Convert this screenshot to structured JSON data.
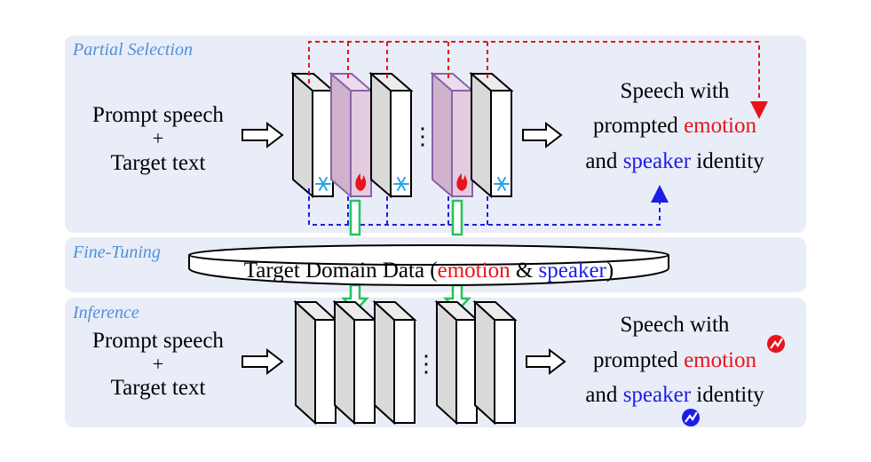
{
  "sections": {
    "partial_selection": "Partial Selection",
    "fine_tuning": "Fine-Tuning",
    "inference": "Inference"
  },
  "input": {
    "line1": "Prompt speech",
    "plus": "+",
    "line2": "Target text"
  },
  "output": {
    "line1": "Speech with",
    "line2_a": "prompted ",
    "line2_emotion": "emotion",
    "line3_a": "and ",
    "line3_speaker": "speaker",
    "line3_b": " identity"
  },
  "data_box": {
    "prefix": "Target Domain Data (",
    "emotion": "emotion",
    "mid": " & ",
    "speaker": "speaker",
    "suffix": ")"
  },
  "ellipsis": "⋮",
  "colors": {
    "panel": "#e9edf7",
    "section_label": "#4f8fde",
    "emotion": "#e8141c",
    "speaker": "#1d1de8",
    "frozen_layer": "#ffffff",
    "tuned_layer": "#e3cbe0",
    "tuned_border": "#8b62a6",
    "green_arrow": "#22c55e",
    "snowflake": "#2ba4e6",
    "flame": "#e8141c"
  },
  "icons": [
    "snowflake-icon",
    "flame-icon",
    "emotion-badge-icon",
    "speaker-badge-icon"
  ]
}
